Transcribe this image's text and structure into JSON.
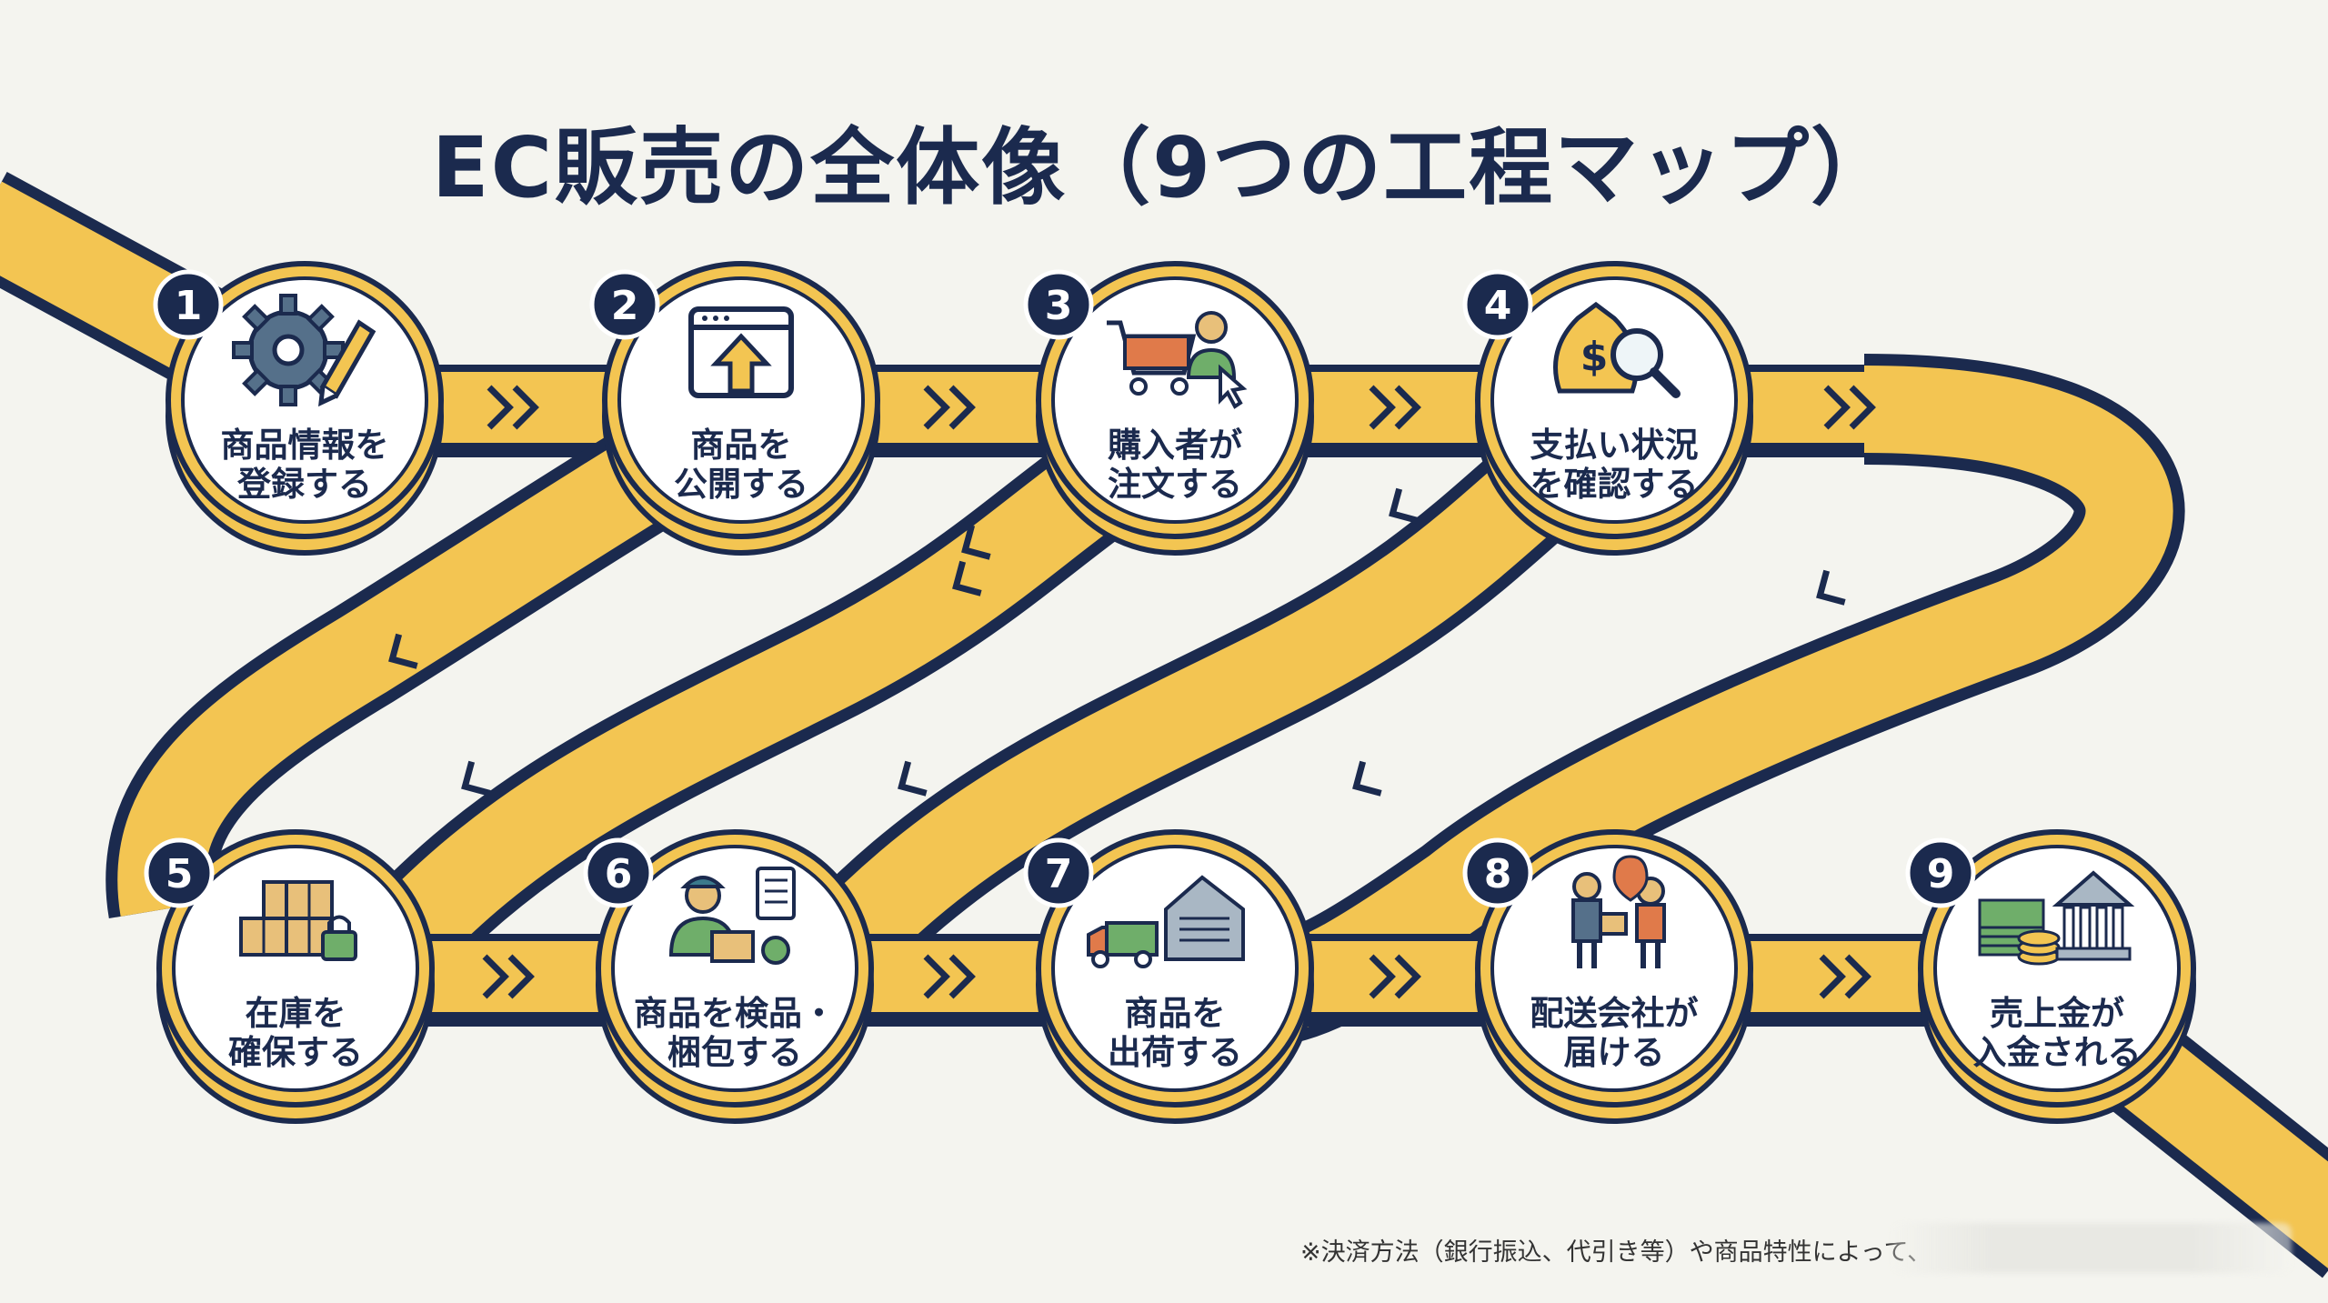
{
  "title": "EC販売の全体像（9つの工程マップ）",
  "steps": [
    {
      "number": "1",
      "line1": "商品情報を",
      "line2": "登録する",
      "icon": "gear-pencil-icon"
    },
    {
      "number": "2",
      "line1": "商品を",
      "line2": "公開する",
      "icon": "upload-window-icon"
    },
    {
      "number": "3",
      "line1": "購入者が",
      "line2": "注文する",
      "icon": "cart-shopper-icon"
    },
    {
      "number": "4",
      "line1": "支払い状況",
      "line2": "を確認する",
      "icon": "money-bag-search-icon"
    },
    {
      "number": "5",
      "line1": "在庫を",
      "line2": "確保する",
      "icon": "boxes-lock-icon"
    },
    {
      "number": "6",
      "line1": "商品を検品・",
      "line2": "梱包する",
      "icon": "worker-checklist-icon"
    },
    {
      "number": "7",
      "line1": "商品を",
      "line2": "出荷する",
      "icon": "truck-warehouse-icon"
    },
    {
      "number": "8",
      "line1": "配送会社が",
      "line2": "届ける",
      "icon": "delivery-handoff-icon"
    },
    {
      "number": "9",
      "line1": "売上金が",
      "line2": "入金される",
      "icon": "cash-bank-icon"
    }
  ],
  "footnote": "※決済方法（銀行振込、代引き等）や商品特性によって、",
  "colors": {
    "road": "#f3c552",
    "outline": "#1b2a4e",
    "background": "#f4f4ef",
    "badge": "#1b2a4e",
    "medallion_gold": "#f3c552"
  }
}
